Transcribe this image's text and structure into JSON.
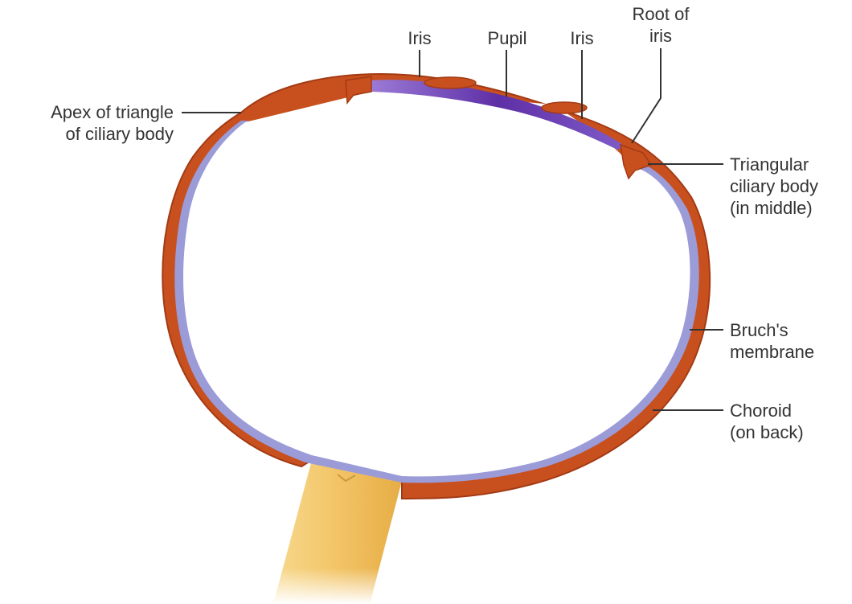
{
  "labels": {
    "iris_left": "Iris",
    "pupil": "Pupil",
    "iris_right": "Iris",
    "root_of_iris": [
      "Root of",
      "iris"
    ],
    "apex": [
      "Apex of triangle",
      "of ciliary body"
    ],
    "triangular_ciliary_body": [
      "Triangular",
      "ciliary body",
      "(in middle)"
    ],
    "bruchs_membrane": [
      "Bruch's",
      "membrane"
    ],
    "choroid": [
      "Choroid",
      "(on back)"
    ]
  },
  "colors": {
    "choroid": "#c8501e",
    "choroid_dark": "#a33a14",
    "bruchs_membrane": "#8f8fd0",
    "pupil": "#6a3fb0",
    "optic_nerve": "#f2c466",
    "leader_line": "#333333",
    "text": "#333333"
  }
}
